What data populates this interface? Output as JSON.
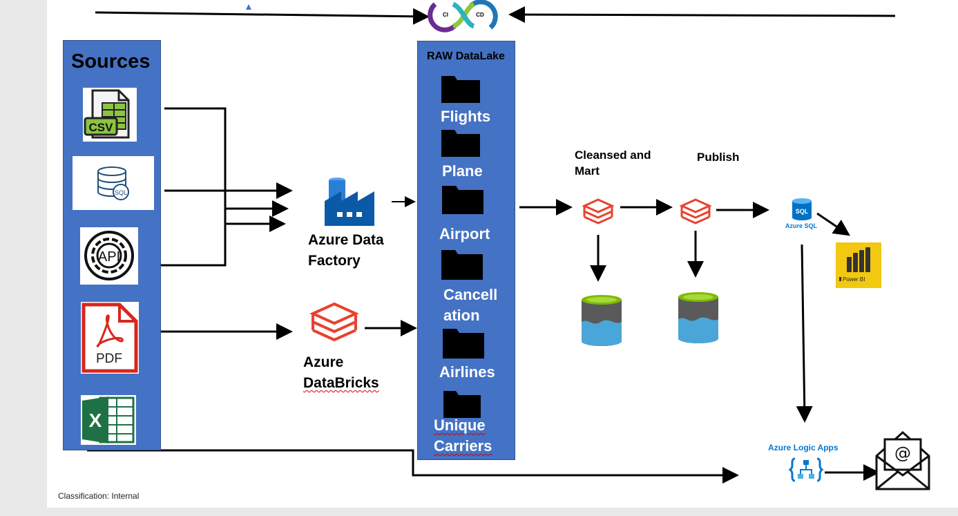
{
  "sources": {
    "title": "Sources",
    "icons": [
      {
        "name": "csv-file-icon",
        "text": "CSV"
      },
      {
        "name": "sql-database-icon",
        "text": "SQL"
      },
      {
        "name": "api-icon",
        "text": "API"
      },
      {
        "name": "pdf-file-icon",
        "text": "PDF"
      },
      {
        "name": "excel-file-icon",
        "text": "X"
      }
    ]
  },
  "ingestion": {
    "adf_label_line1": "Azure Data",
    "adf_label_line2": "Factory",
    "databricks_label_line1": "Azure",
    "databricks_label_line2": "DataBricks"
  },
  "raw": {
    "title": "RAW DataLake",
    "folders": [
      "Flights",
      "Plane",
      "Airport",
      "Cancell",
      "ation",
      "Airlines",
      "Unique",
      "Carriers"
    ]
  },
  "stages": {
    "cleansed_line1": "Cleansed and",
    "cleansed_line2": "Mart",
    "publish": "Publish"
  },
  "serving": {
    "azure_sql_badge": "SQL",
    "azure_sql": "Azure SQL",
    "power_bi": "Power BI",
    "logic_apps": "Azure Logic Apps"
  },
  "cicd": {
    "ci": "CI",
    "cd": "CD"
  },
  "footer": {
    "classification": "Classification: Internal"
  },
  "colors": {
    "panel_blue": "#4472c4",
    "databricks_red": "#e8422f",
    "azure_blue": "#0078d4",
    "powerbi_yellow": "#f2c811",
    "lake_green": "#7fba00",
    "lake_blue": "#50b0e0",
    "lake_gray": "#5a5a5a"
  }
}
